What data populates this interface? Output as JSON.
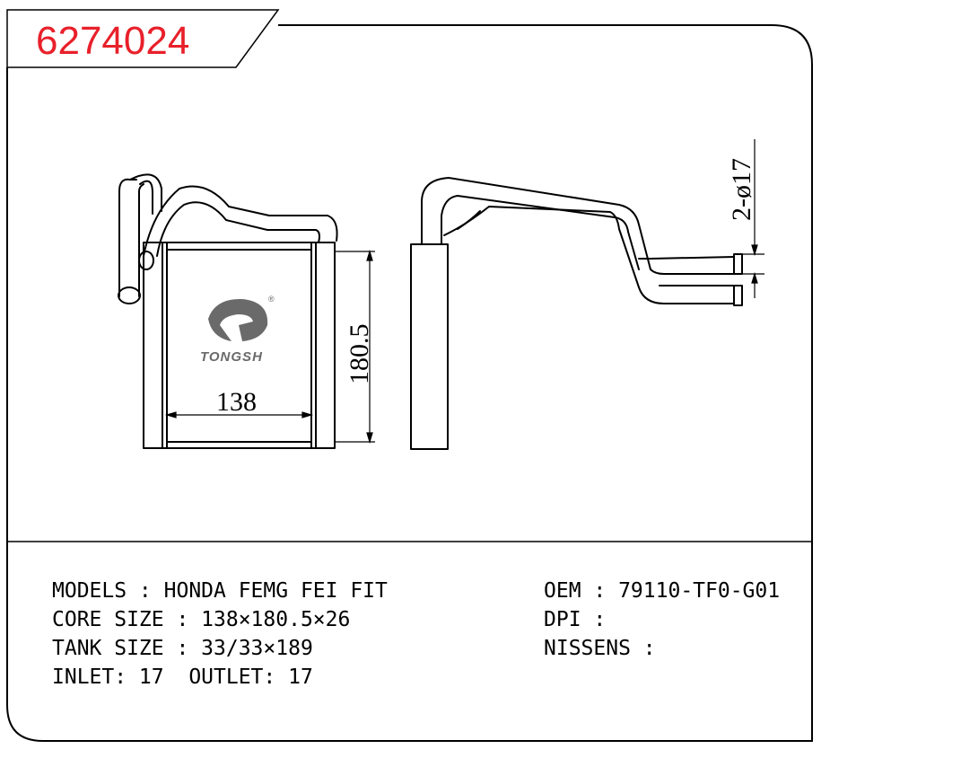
{
  "part_number": "6274024",
  "colors": {
    "part_number": "#e8202a",
    "line": "#000000",
    "logo": "#6a6a6a"
  },
  "dimensions": {
    "core_width": "138",
    "core_height": "180.5",
    "pipe_diameter": "2-ø17"
  },
  "logo": {
    "brand": "TONGSH",
    "registered_mark": "®"
  },
  "specs_left": [
    "MODELS : HONDA FEMG FEI FIT",
    "CORE SIZE : 138×180.5×26",
    "TANK SIZE : 33/33×189",
    "INLET: 17  OUTLET: 17"
  ],
  "specs_right": [
    "OEM : 79110-TF0-G01",
    "DPI :",
    "NISSENS :"
  ]
}
